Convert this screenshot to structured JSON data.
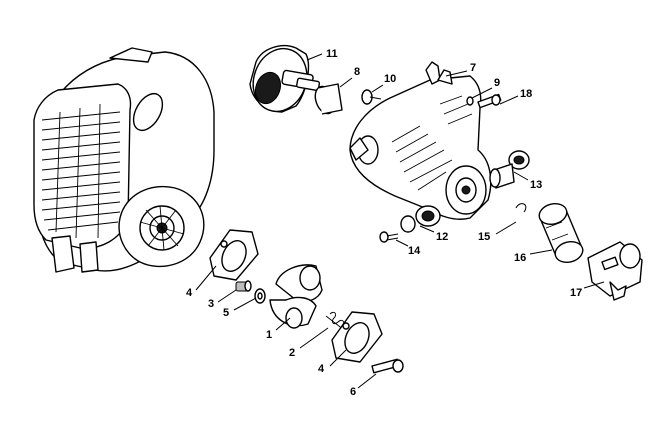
{
  "diagram": {
    "callouts": [
      "1",
      "2",
      "3",
      "4",
      "4",
      "5",
      "6",
      "7",
      "8",
      "9",
      "10",
      "11",
      "12",
      "13",
      "14",
      "15",
      "16",
      "17",
      "18"
    ]
  }
}
